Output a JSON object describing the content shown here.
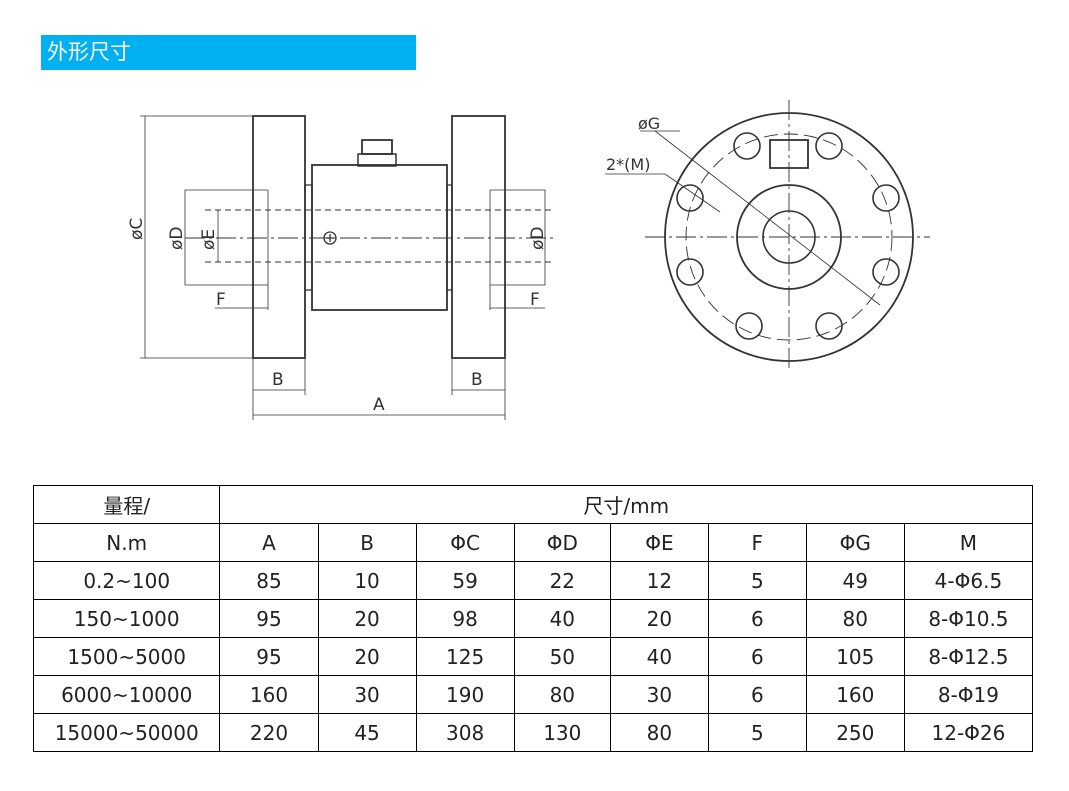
{
  "section_title": "外形尺寸",
  "drawing": {
    "side_labels": {
      "C": "øC",
      "D_left": "øD",
      "E": "øE",
      "D_right": "øD",
      "F_left": "F",
      "F_right": "F",
      "B_left": "B",
      "B_right": "B",
      "A": "A"
    },
    "front_labels": {
      "G": "øG",
      "M": "2*(M)"
    }
  },
  "table": {
    "range_header": "量程/",
    "range_unit": "N.m",
    "dim_header": "尺寸/mm",
    "columns": [
      "A",
      "B",
      "ΦC",
      "ΦD",
      "ΦE",
      "F",
      "ΦG",
      "M"
    ],
    "rows": [
      [
        "0.2~100",
        "85",
        "10",
        "59",
        "22",
        "12",
        "5",
        "49",
        "4-Φ6.5"
      ],
      [
        "150~1000",
        "95",
        "20",
        "98",
        "40",
        "20",
        "6",
        "80",
        "8-Φ10.5"
      ],
      [
        "1500~5000",
        "95",
        "20",
        "125",
        "50",
        "40",
        "6",
        "105",
        "8-Φ12.5"
      ],
      [
        "6000~10000",
        "160",
        "30",
        "190",
        "80",
        "30",
        "6",
        "160",
        "8-Φ19"
      ],
      [
        "15000~50000",
        "220",
        "45",
        "308",
        "130",
        "80",
        "5",
        "250",
        "12-Φ26"
      ]
    ]
  }
}
